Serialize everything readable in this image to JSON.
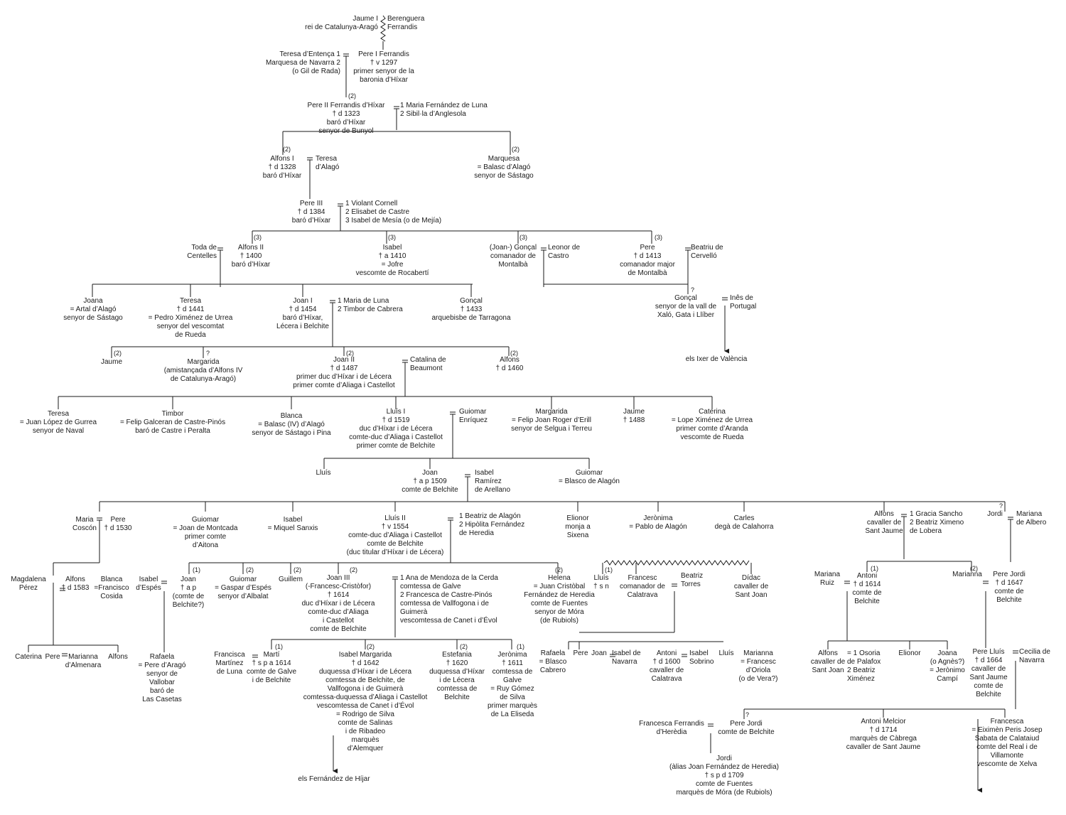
{
  "nodes": {
    "jaume1": "Jaume I\nrei de Catalunya-Aragó",
    "berenguera": "Berenguera\nFerrandis",
    "teresa_entenca": "Teresa d’Entença 1\nMarquesa de Navarra 2\n(o Gil de Rada)",
    "pere1": "Pere I Ferrandis\n† v 1297\nprimer senyor de la\nbaronia d’Híxar",
    "pere2": "Pere II Ferrandis d’Híxar\n† d 1323\nbaró d’Híxar\nsenyor de Bunyol",
    "pere2_wives": "1 Maria Fernández de Luna\n2 Sibil·la d’Anglesola",
    "alfons1": "Alfons I\n† d 1328\nbaró d’Híxar",
    "teresa_alago": "Teresa\nd’Alagó",
    "marquesa": "Marquesa\n= Balasc d’Alagó\nsenyor de Sástago",
    "pere3": "Pere III\n† d 1384\nbaró d’Híxar",
    "pere3_wives": "1 Violant Cornell\n2 Elisabet de Castre\n3 Isabel de Mesía (o de Mejía)",
    "toda": "Toda de\nCentelles",
    "alfons2": "Alfons II\n† 1400\nbaró d’Híxar",
    "isabel_a": "Isabel\n† a 1410\n= Jofre\nvescomte de Rocabertí",
    "joan_goncal": "(Joan-) Gonçal\ncomanador de\nMontalbà",
    "leonor": "Leonor de\nCastro",
    "pere_c": "Pere\n† d 1413\ncomanador major\nde Montalbà",
    "beatriu": "Beatriu de\nCervelló",
    "joana": "Joana\n= Artal d’Alagó\nsenyor de Sástago",
    "teresa_1441": "Teresa\n† d 1441\n= Pedro Ximénez de Urrea\nsenyor del vescomtat\nde Rueda",
    "joan1": "Joan I\n† d 1454\nbaró d’Híxar,\nLécera i Belchite",
    "joan1_wives": "1 Maria de Luna\n2 Timbor de Cabrera",
    "goncal_arq": "Gonçal\n† 1433\narquebisbe de Tarragona",
    "goncal_xalo": "Gonçal\nsenyor de la vall de\nXaló, Gata i Llíber",
    "ines": "Inês de\nPortugal",
    "els_ixer": "els Ixer de València",
    "jaume_b": "Jaume",
    "margarida_a": "Margarida\n(amistançada d’Alfons IV\nde Catalunya-Aragó)",
    "joan2": "Joan II\n† d 1487\nprimer duc d’Híxar i de Lécera\nprimer comte d’Aliaga i Castellot",
    "catalina": "Catalina de\nBeaumont",
    "alfons_1460": "Alfons\n† d 1460",
    "teresa_g": "Teresa\n= Juan López de Gurrea\nsenyor de Naval",
    "timbor": "Timbor\n= Felip Galceran de Castre-Pinós\nbaró de Castre i Peralta",
    "blanca_a": "Blanca\n= Balasc (IV) d’Alagó\nsenyor de Sástago i Pina",
    "lluis1": "Lluís I\n† d 1519\nduc d’Híxar i de Lécera\ncomte-duc d’Aliaga i Castellot\nprimer comte de Belchite",
    "guiomar_e": "Guiomar\nEnríquez",
    "margarida_e": "Margarida\n= Felip Joan Roger d’Erill\nsenyor de Selgua i Terreu",
    "jaume_1488": "Jaume\n† 1488",
    "caterina_u": "Caterina\n= Lope Ximénez de Urrea\nprimer comte d’Aranda\nvescomte de Rueda",
    "lluis_c": "Lluís",
    "joan_1509": "Joan\n† a p 1509\ncomte de Belchite",
    "isabel_ramirez": "Isabel\nRamírez\nde Arellano",
    "guiomar_b": "Guiomar\n= Blasco de Alagón",
    "maria_coscon": "Maria\nCoscón",
    "pere_1530": "Pere\n† d 1530",
    "guiomar_m": "Guiomar\n= Joan de Montcada\nprimer comte\nd’Aitona",
    "isabel_s": "Isabel\n= Miquel Sanxis",
    "lluis2": "Lluís II\n† v 1554\ncomte-duc d’Aliaga i Castellot\ncomte de Belchite\n(duc titular d’Híxar i de Lécera)",
    "lluis2_wives": "1 Beatriz de Alagón\n2 Hipòlita Fernández\nde Heredia",
    "elionor_m": "Elionor\nmonja a\nSixena",
    "jeronima_p": "Jerònima\n= Pablo de Alagón",
    "carles": "Carles\ndegà de Calahorra",
    "alfons_sj": "Alfons\ncavaller de\nSant Jaume",
    "alfons_sj_wives": "1 Gracia Sancho\n2 Beatriz Ximeno\nde Lobera",
    "jordi_q": "Jordi",
    "mariana_albero": "Mariana\nde Albero",
    "magdalena": "Magdalena\nPérez",
    "alfons_1583": "Alfons\n† d 1583",
    "blanca_cosida": "Blanca\n=Francisco\nCosida",
    "isabel_espes": "Isabel\nd’Espés",
    "joan_ap": "Joan\n† a p\n(comte de\nBelchite?)",
    "guiomar_g": "Guiomar\n= Gaspar d’Espés\nsenyor d’Albalat",
    "guillem": "Guillem",
    "joan3": "Joan III\n(-Francesc-Cristòfor)\n† 1614\nduc d’Híxar i de Lécera\ncomte-duc d’Aliaga\ni Castellot\ncomte de Belchite",
    "joan3_wives": "1 Ana de Mendoza de la Cerda\ncomtessa de Galve\n2 Francesca de Castre-Pinós\ncomtessa de Vallfogona i de\nGuimerà\nvescomtessa de Canet i d’Évol",
    "helena": "Helena\n= Juan Cristòbal\nFernández de Heredia\ncomte de Fuentes\nsenyor de Móra\n(de Rubiols)",
    "lluis_sn": "Lluís\n† s n",
    "francesc_cal": "Francesc\ncomanador de\nCalatrava",
    "beatriz_torres": "Beatriz\nTorres",
    "didac": "Dídac\ncavaller de\nSant Joan",
    "mariana_ruiz": "Mariana\nRuiz",
    "antoni_1614": "Antoni\n† d 1614\ncomte de\nBelchite",
    "marianna_c": "Marianna",
    "pere_jordi_1647": "Pere Jordi\n† d 1647\ncomte de\nBelchite",
    "caterina_g": "Caterina",
    "pere_g": "Pere",
    "marianna_alm": "Marianna\nd’Almenara",
    "alfons_g": "Alfons",
    "rafaela_a": "Rafaela\n= Pere d’Aragó\nsenyor de\nVallobar\nbaró de\nLas Casetas",
    "francisca_m": "Francisca\nMartínez\nde Luna",
    "marti": "Martí\n† s p a 1614\ncomte de Galve\ni de Belchite",
    "isabel_margarida": "Isabel Margarida\n† d 1642\nduquessa d’Híxar i de Lécera\ncomtessa de Belchite, de\nVallfogona i de Guimerà\ncomtessa-duquessa d’Aliaga i Castellot\nvescomtessa de Canet i d’Évol\n= Rodrigo de Silva\ncomte de Salinas\ni de Ribadeo\nmarquès\nd’Alemquer",
    "els_fernandez": "els Fernández de Híjar",
    "estefania": "Estefania\n† 1620\nduquessa d’Híxar\ni de Lécera\ncomtessa de\nBelchite",
    "jeronima_s": "Jerònima\n† 1611\ncomtessa de\nGalve\n= Ruy Gómez\nde Silva\nprimer marquès\nde La Eliseda",
    "rafaela_b": "Rafaela\n= Blasco\nCabrero",
    "pere_h": "Pere",
    "joan_h": "Joan",
    "isabel_nav": "Isabel de\nNavarra",
    "antoni_1600": "Antoni\n† d 1600\ncavaller de\nCalatrava",
    "isabel_sob": "Isabel\nSobrino",
    "lluis_h": "Lluís",
    "marianna_f": "Marianna\n= Francesc\nd’Oriola\n(o de Vera?)",
    "alfons_sjoan": "Alfons\ncavaller de\nSant Joan",
    "alfons_sjoan_wives": "= 1 Osoria\nde Palafox\n2 Beatriz\nXiménez",
    "elionor_b": "Elionor",
    "joana_c": "Joana\n(o Agnès?)\n= Jerònimo\nCampí",
    "pere_lluis": "Pere Lluís\n† d 1664\ncavaller de\nSant Jaume\ncomte de\nBelchite",
    "cecilia": "Cecilia de\nNavarra",
    "francesca_fh": "Francesca Ferrandis\nd’Herèdia",
    "pere_jordi_b": "Pere Jordi\ncomte de Belchite",
    "antoni_melcior": "Antoni Melcior\n† d 1714\nmarquès de Càbrega\ncavaller de Sant Jaume",
    "francesca_s": "Francesca\n= Eiximèn Peris Josep\nSabata de Calataiud\ncomte del Real i de\nVillamonte\nvescomte de Xelva",
    "jordi_final": "Jordi\n(àlias Joan Fernández de Heredia)\n† s p d 1709\ncomte de Fuentes\nmarquès de Móra (de Rubiols)"
  },
  "tags": {
    "t2_alfons1": "(2)",
    "t2_marquesa": "(2)",
    "t2_pere2": "(2)",
    "t3_alfons2": "(3)",
    "t3_isabel": "(3)",
    "t3_goncal": "(3)",
    "t3_pere": "(3)",
    "t2_jaume": "(2)",
    "q_margarida": "?",
    "t2_joan2": "(2)",
    "t2_alfons": "(2)",
    "q_goncal": "?",
    "t1_joan": "(1)",
    "t2_guiomar": "(2)",
    "t2_guillem": "(2)",
    "t2_joan3": "(2)",
    "t2_helena": "(2)",
    "t1_lluis": "(1)",
    "t1_antoni": "(1)",
    "t2_marianna": "(2)",
    "q_jordi": "?",
    "t1_marti": "(1)",
    "t2_isabel": "(2)",
    "t2_estefania": "(2)",
    "t1_jeronima": "(1)",
    "q_pere_jordi": "?"
  },
  "colors": {
    "ink": "#1a1a1a",
    "background": "#ffffff"
  }
}
